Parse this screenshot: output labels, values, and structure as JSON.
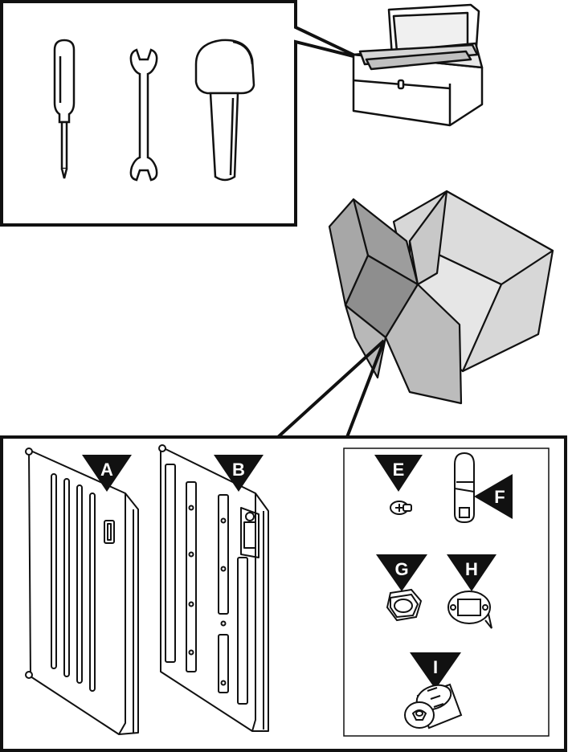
{
  "colors": {
    "ink": "#111111",
    "box_face": "#d4d4d4",
    "box_dark": "#a9a9a9",
    "box_mid": "#c2c2c2",
    "panel_fill": "#ffffff"
  },
  "tools": {
    "items": [
      {
        "name": "screwdriver-icon"
      },
      {
        "name": "open-end-wrench-icon"
      },
      {
        "name": "mallet-icon"
      }
    ],
    "container": "toolbox-icon"
  },
  "package": {
    "icon": "open-cardboard-box-icon"
  },
  "parts": {
    "A": {
      "label": "A",
      "icon": "side-panel-a-icon"
    },
    "B": {
      "label": "B",
      "icon": "side-panel-b-icon"
    },
    "E": {
      "label": "E",
      "icon": "screw-icon"
    },
    "F": {
      "label": "F",
      "icon": "cam-lock-lever-icon"
    },
    "G": {
      "label": "G",
      "icon": "hex-nut-icon"
    },
    "H": {
      "label": "H",
      "icon": "retaining-washer-icon"
    },
    "I": {
      "label": "I",
      "icon": "lock-cylinder-icon"
    }
  }
}
